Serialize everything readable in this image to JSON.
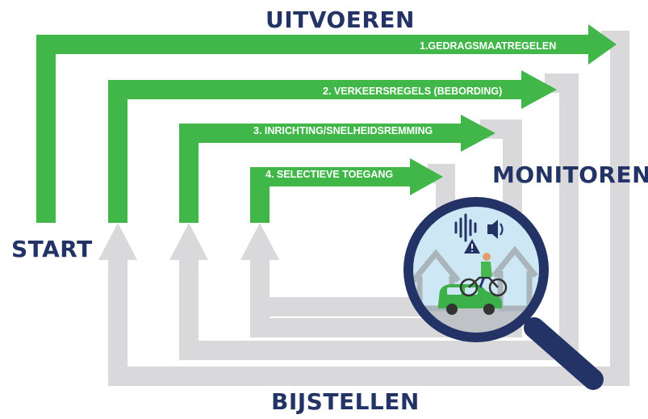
{
  "labels": {
    "execute": "UITVOEREN",
    "monitor": "MONITOREN",
    "start": "START",
    "adjust": "BIJSTELLEN"
  },
  "steps": [
    {
      "label": "1.GEDRAGSMAATREGELEN"
    },
    {
      "label": "2. VERKEERSREGELS (BEBORDING)"
    },
    {
      "label": "3. INRICHTING/SNELHEIDSREMMING"
    },
    {
      "label": "4. SELECTIEVE TOEGANG"
    }
  ],
  "colors": {
    "green_arrow": "#41b649",
    "grey_return": "#d9d9db",
    "navy": "#243366",
    "lens_fill": "#cde8f4"
  },
  "icons": [
    "sound-wave-icon",
    "speaker-icon",
    "warning-icon",
    "house-icon",
    "car-icon",
    "cyclist-icon",
    "magnifying-glass-icon"
  ]
}
